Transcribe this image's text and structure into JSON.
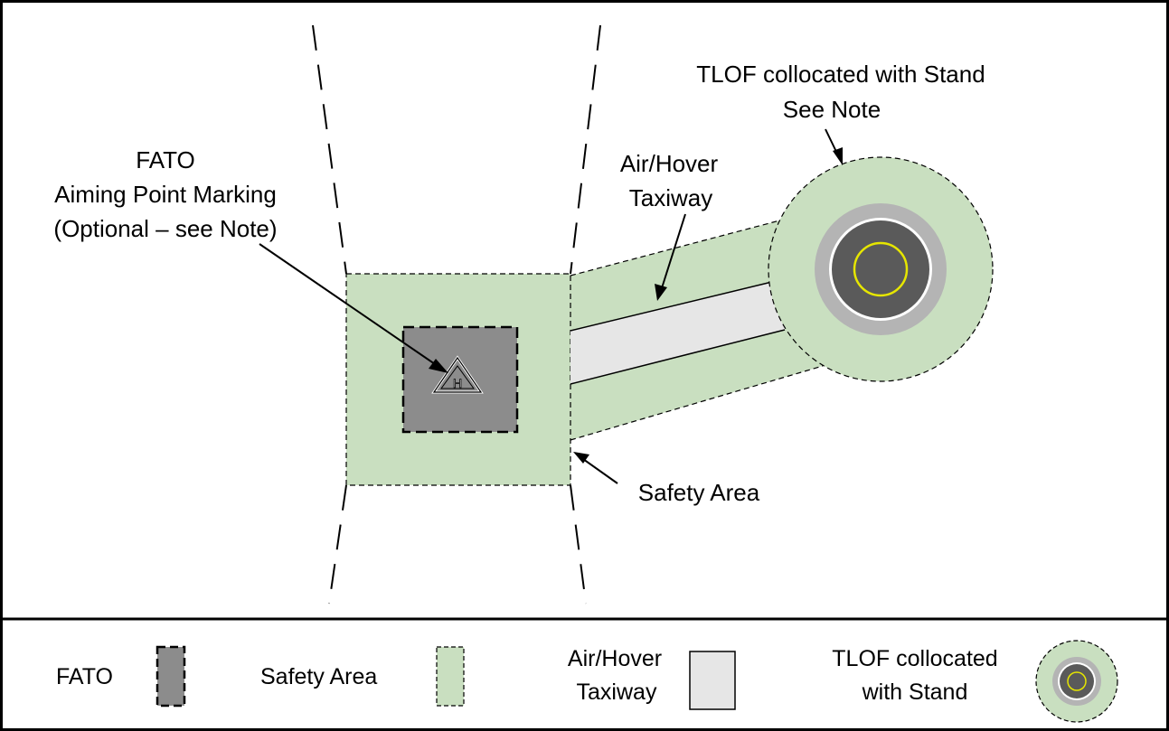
{
  "labels": {
    "tlof_line1": "TLOF collocated with Stand",
    "tlof_line2": "See Note",
    "fato_line1": "FATO",
    "fato_line2": "Aiming Point Marking",
    "fato_line3": "(Optional – see Note)",
    "taxiway_line1": "Air/Hover",
    "taxiway_line2": "Taxiway",
    "safety_area": "Safety Area",
    "heliport_letter": "H"
  },
  "legend": {
    "fato": "FATO",
    "safety_area": "Safety Area",
    "taxiway_line1": "Air/Hover",
    "taxiway_line2": "Taxiway",
    "tlof_line1": "TLOF collocated",
    "tlof_line2": "with Stand"
  },
  "colors": {
    "fato_fill": "#8c8c8c",
    "safety_area_fill": "#c9dfc0",
    "taxiway_fill": "#e6e6e6",
    "tlof_dark": "#5a5a5a",
    "tlof_ring": "#b4b4b4",
    "aiming_circle": "#e6e600"
  }
}
